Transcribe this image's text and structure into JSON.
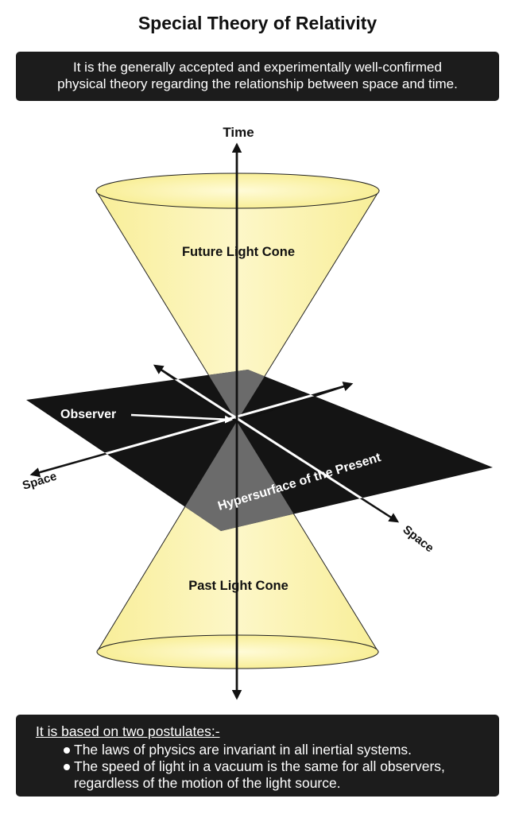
{
  "title": "Special Theory of Relativity",
  "intro": {
    "line1": "It is the generally accepted and experimentally well-confirmed",
    "line2": "physical theory regarding the relationship between space and time."
  },
  "diagram": {
    "time_label": "Time",
    "future_cone_label": "Future Light Cone",
    "past_cone_label": "Past Light Cone",
    "observer_label": "Observer",
    "space_label_left": "Space",
    "space_label_right": "Space",
    "hypersurface_label": "Hypersurface of the Present",
    "colors": {
      "cone": "#fbf3a8",
      "plane": "#141414",
      "overlap": "#6b6b6b"
    }
  },
  "postulates": {
    "heading": "It is based on two postulates:-",
    "items": [
      "The laws of physics are invariant in all inertial systems.",
      "The speed of light in a vacuum is the same for all observers, regardless of the motion of the light source."
    ]
  }
}
